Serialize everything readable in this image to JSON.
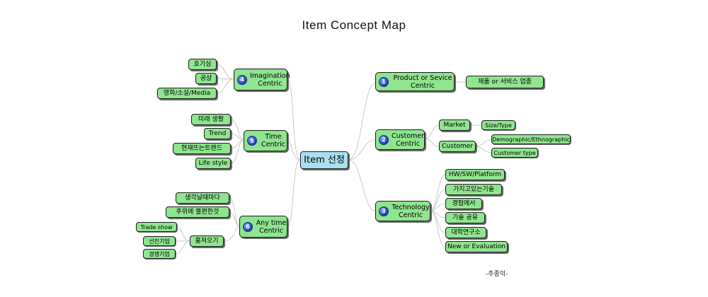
{
  "title": "Item Concept Map",
  "center": "Item 선정",
  "branches": [
    {
      "number": "1",
      "label": "Product or Sevice\nCentric"
    },
    {
      "number": "2",
      "label": "Customer\nCentric"
    },
    {
      "number": "3",
      "label": "Technology\nCentric"
    },
    {
      "number": "4",
      "label": "Imagination\nCentric"
    },
    {
      "number": "5",
      "label": "Time\nCentric"
    },
    {
      "number": "6",
      "label": "Any time\nCentric"
    }
  ],
  "product_children": [
    "제품 or 서비스 업종"
  ],
  "customer_children": {
    "market": "Market",
    "market_sub": [
      "Size/Type"
    ],
    "customer": "Customer",
    "customer_sub": [
      "Demographic/Ethnographic",
      "Customer type"
    ]
  },
  "technology_children": [
    "HW/SW/Platform",
    "가지고있는기술",
    "경험에서",
    "기술 공유",
    "대학연구소",
    "New or Evaluation"
  ],
  "imagination_children": [
    "호기심",
    "공상",
    "영화/소설/Media"
  ],
  "time_children": [
    "미래 생활",
    "Trend",
    "현재뜨는트랜드",
    "Life style"
  ],
  "anytime_children": [
    "생각날때마다",
    "주위에 불편한것",
    "훔쳐오기"
  ],
  "steal_children": [
    "Trade show",
    "선진기업",
    "경쟁기업"
  ],
  "author": "-주종익-"
}
